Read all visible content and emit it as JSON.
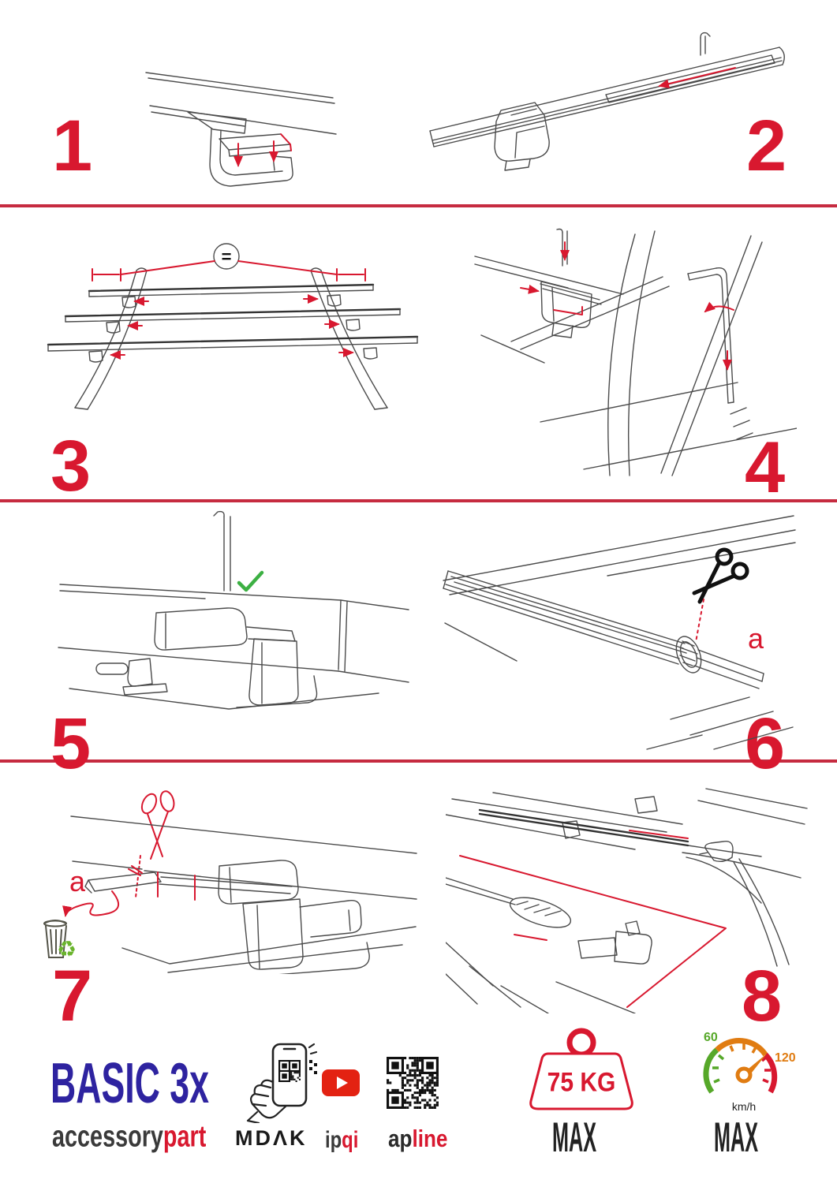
{
  "colors": {
    "accent_red": "#d8182f",
    "line_gray": "#4b4b4b",
    "green": "#3cb043",
    "orange": "#e07c12",
    "brand_blue": "#2e23a0",
    "divider_red": "#c62b40"
  },
  "steps": [
    {
      "number": "1"
    },
    {
      "number": "2"
    },
    {
      "number": "3"
    },
    {
      "number": "4"
    },
    {
      "number": "5"
    },
    {
      "number": "6"
    },
    {
      "number": "7"
    },
    {
      "number": "8"
    }
  ],
  "symbols": {
    "equals": "=",
    "step6_label": "a",
    "step7_label": "a",
    "checkmark_icon": "✓",
    "recycle_icon": "♻"
  },
  "footer": {
    "product_name": "BASIC 3x",
    "brand": {
      "black": "accessory",
      "red": "part"
    },
    "qr_phone": {
      "label": "MDΛK"
    },
    "youtube": {
      "label_black": "ip",
      "label_red": "qi"
    },
    "qr_code": {
      "label_black": "ap",
      "label_red": "line"
    },
    "weight": {
      "value": "75 KG",
      "max": "MAX"
    },
    "speed": {
      "low": "60",
      "high": "120",
      "unit": "km/h",
      "max": "MAX"
    }
  }
}
